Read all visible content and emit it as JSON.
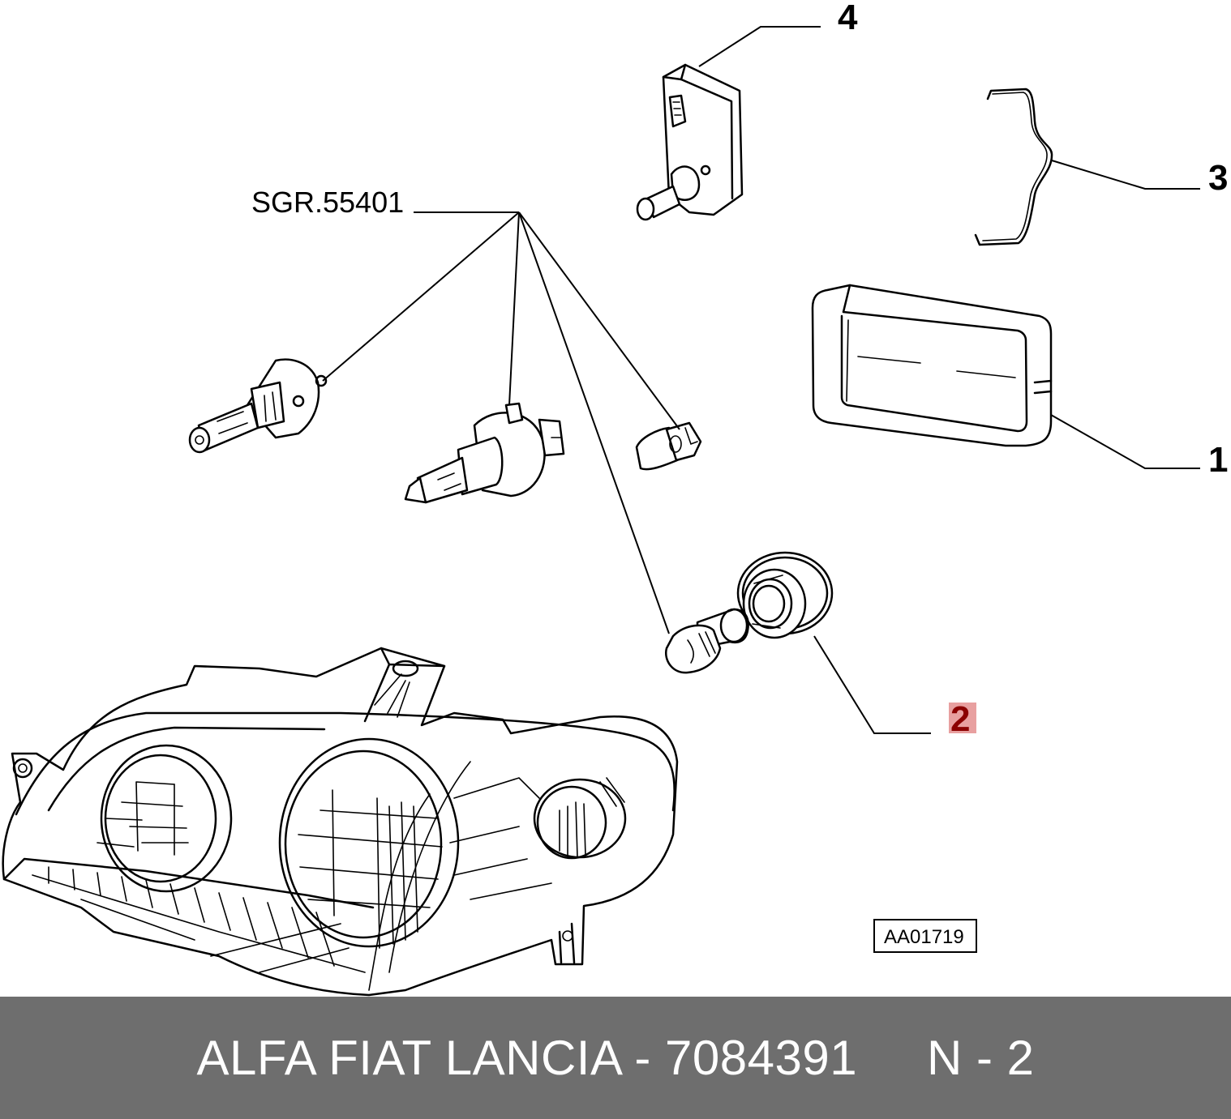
{
  "diagram": {
    "labels": {
      "part1": "1",
      "part2": "2",
      "part3": "3",
      "part4": "4",
      "group_ref": "SGR.55401",
      "drawing_code": "AA01719"
    },
    "highlight_color": "#e8a0a0",
    "highlight_text_color": "#8b0000"
  },
  "footer": {
    "text": "ALFA FIAT LANCIA - 7084391     N - 2",
    "background": "#6e6e6e"
  }
}
